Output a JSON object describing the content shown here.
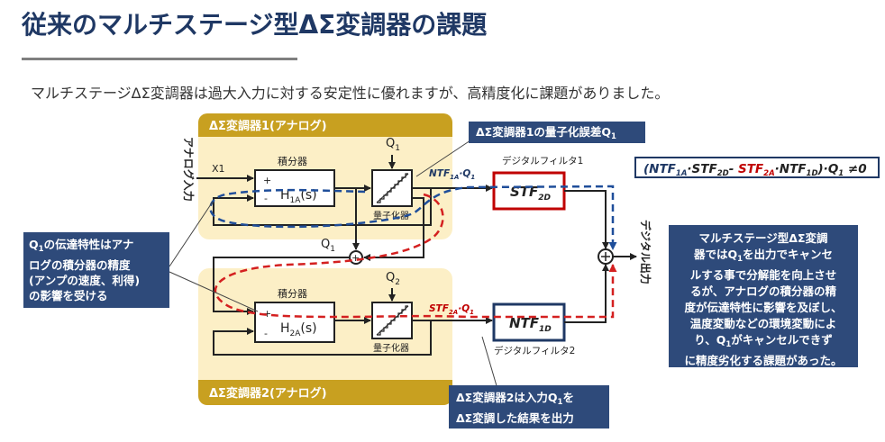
{
  "slide": {
    "title": "従来のマルチステージ型ΔΣ変調器の課題",
    "subtitle": "マルチステージΔΣ変調器は過大入力に対する安定性に優れますが、高精度化に課題がありました。"
  },
  "stage1": {
    "label": "ΔΣ変調器1(アナログ)",
    "integrator_label": "積分器",
    "filter_prefix": "H",
    "filter_sub": "1A",
    "filter_suffix": "(s)",
    "quantizer_label": "量子化器",
    "q_main": "Q",
    "q_sub": "1",
    "input_label": "X1",
    "plus": "+",
    "minus": "-"
  },
  "stage2": {
    "label": "ΔΣ変調器2(アナログ)",
    "integrator_label": "積分器",
    "filter_prefix": "H",
    "filter_sub": "2A",
    "filter_suffix": "(s)",
    "quantizer_label": "量子化器",
    "q_main": "Q",
    "q_sub": "2",
    "plus": "+",
    "minus": "-"
  },
  "vertical_labels": {
    "analog_input": "アナログ入力",
    "digital_output": "デジタル出力"
  },
  "node_labels": {
    "q1_main": "Q",
    "q1_sub": "1"
  },
  "filters": {
    "stf_main": "STF",
    "stf_sub": "2D",
    "stf_label": "デジタルフィルタ1",
    "ntf_main": "NTF",
    "ntf_sub": "1D",
    "ntf_label": "デジタルフィルタ2"
  },
  "signal_labels": {
    "ntf1a_main": "NTF",
    "ntf1a_sub": "1A",
    "ntf1a_tail": "·Q",
    "ntf1a_tail_sub": "1",
    "stf2a_main": "STF",
    "stf2a_sub": "2A",
    "stf2a_tail": "·Q",
    "stf2a_tail_sub": "1"
  },
  "formula": {
    "open": "(",
    "ntf1a": "NTF",
    "ntf1a_sub": "1A",
    "dot1": "·",
    "stf2d": "STF",
    "stf2d_sub": "2D",
    "minus": "- ",
    "stf2a": "STF",
    "stf2a_sub": "2A",
    "dot2": "·",
    "ntf1d": "NTF",
    "ntf1d_sub": "1D",
    "close": ")·Q",
    "q_sub": "1",
    "neq": " ≠0"
  },
  "callouts": {
    "quant_error": {
      "text": "ΔΣ変調器1の量子化誤差Q",
      "sub": "1"
    },
    "q1_transfer": {
      "line1_pre": "Q",
      "line1_sub": "1",
      "line1_post": "の伝達特性はアナ",
      "line2": "ログの積分器の精度",
      "line3": "(アンプの速度、利得)",
      "line4": "の影響を受ける"
    },
    "stage2_output": {
      "line1_pre": "ΔΣ変調器2は入力Q",
      "line1_sub": "1",
      "line1_post": "を",
      "line2": "ΔΣ変調した結果を出力"
    },
    "explanation": {
      "line1": "マルチステージ型ΔΣ変調",
      "line2_pre": "器ではQ",
      "line2_sub": "1",
      "line2_post": "を出力でキャンセ",
      "line3": "ルする事で分解能を向上させ",
      "line4": "るが、アナログの積分器の精",
      "line5": "度が伝達特性に影響を及ぼし、",
      "line6": "温度変動などの環境変動によ",
      "line7_pre": "り、Q",
      "line7_sub": "1",
      "line7_post": "がキャンセルできず",
      "line8": "に精度劣化する課題があった。"
    }
  },
  "colors": {
    "navy": "#1f3864",
    "callout_bg": "#2e4a7a",
    "gold": "#c8a020",
    "cream": "#fcefc6",
    "red": "#c00000",
    "blue_dash": "#1f4e9a",
    "red_dash": "#d42020"
  }
}
